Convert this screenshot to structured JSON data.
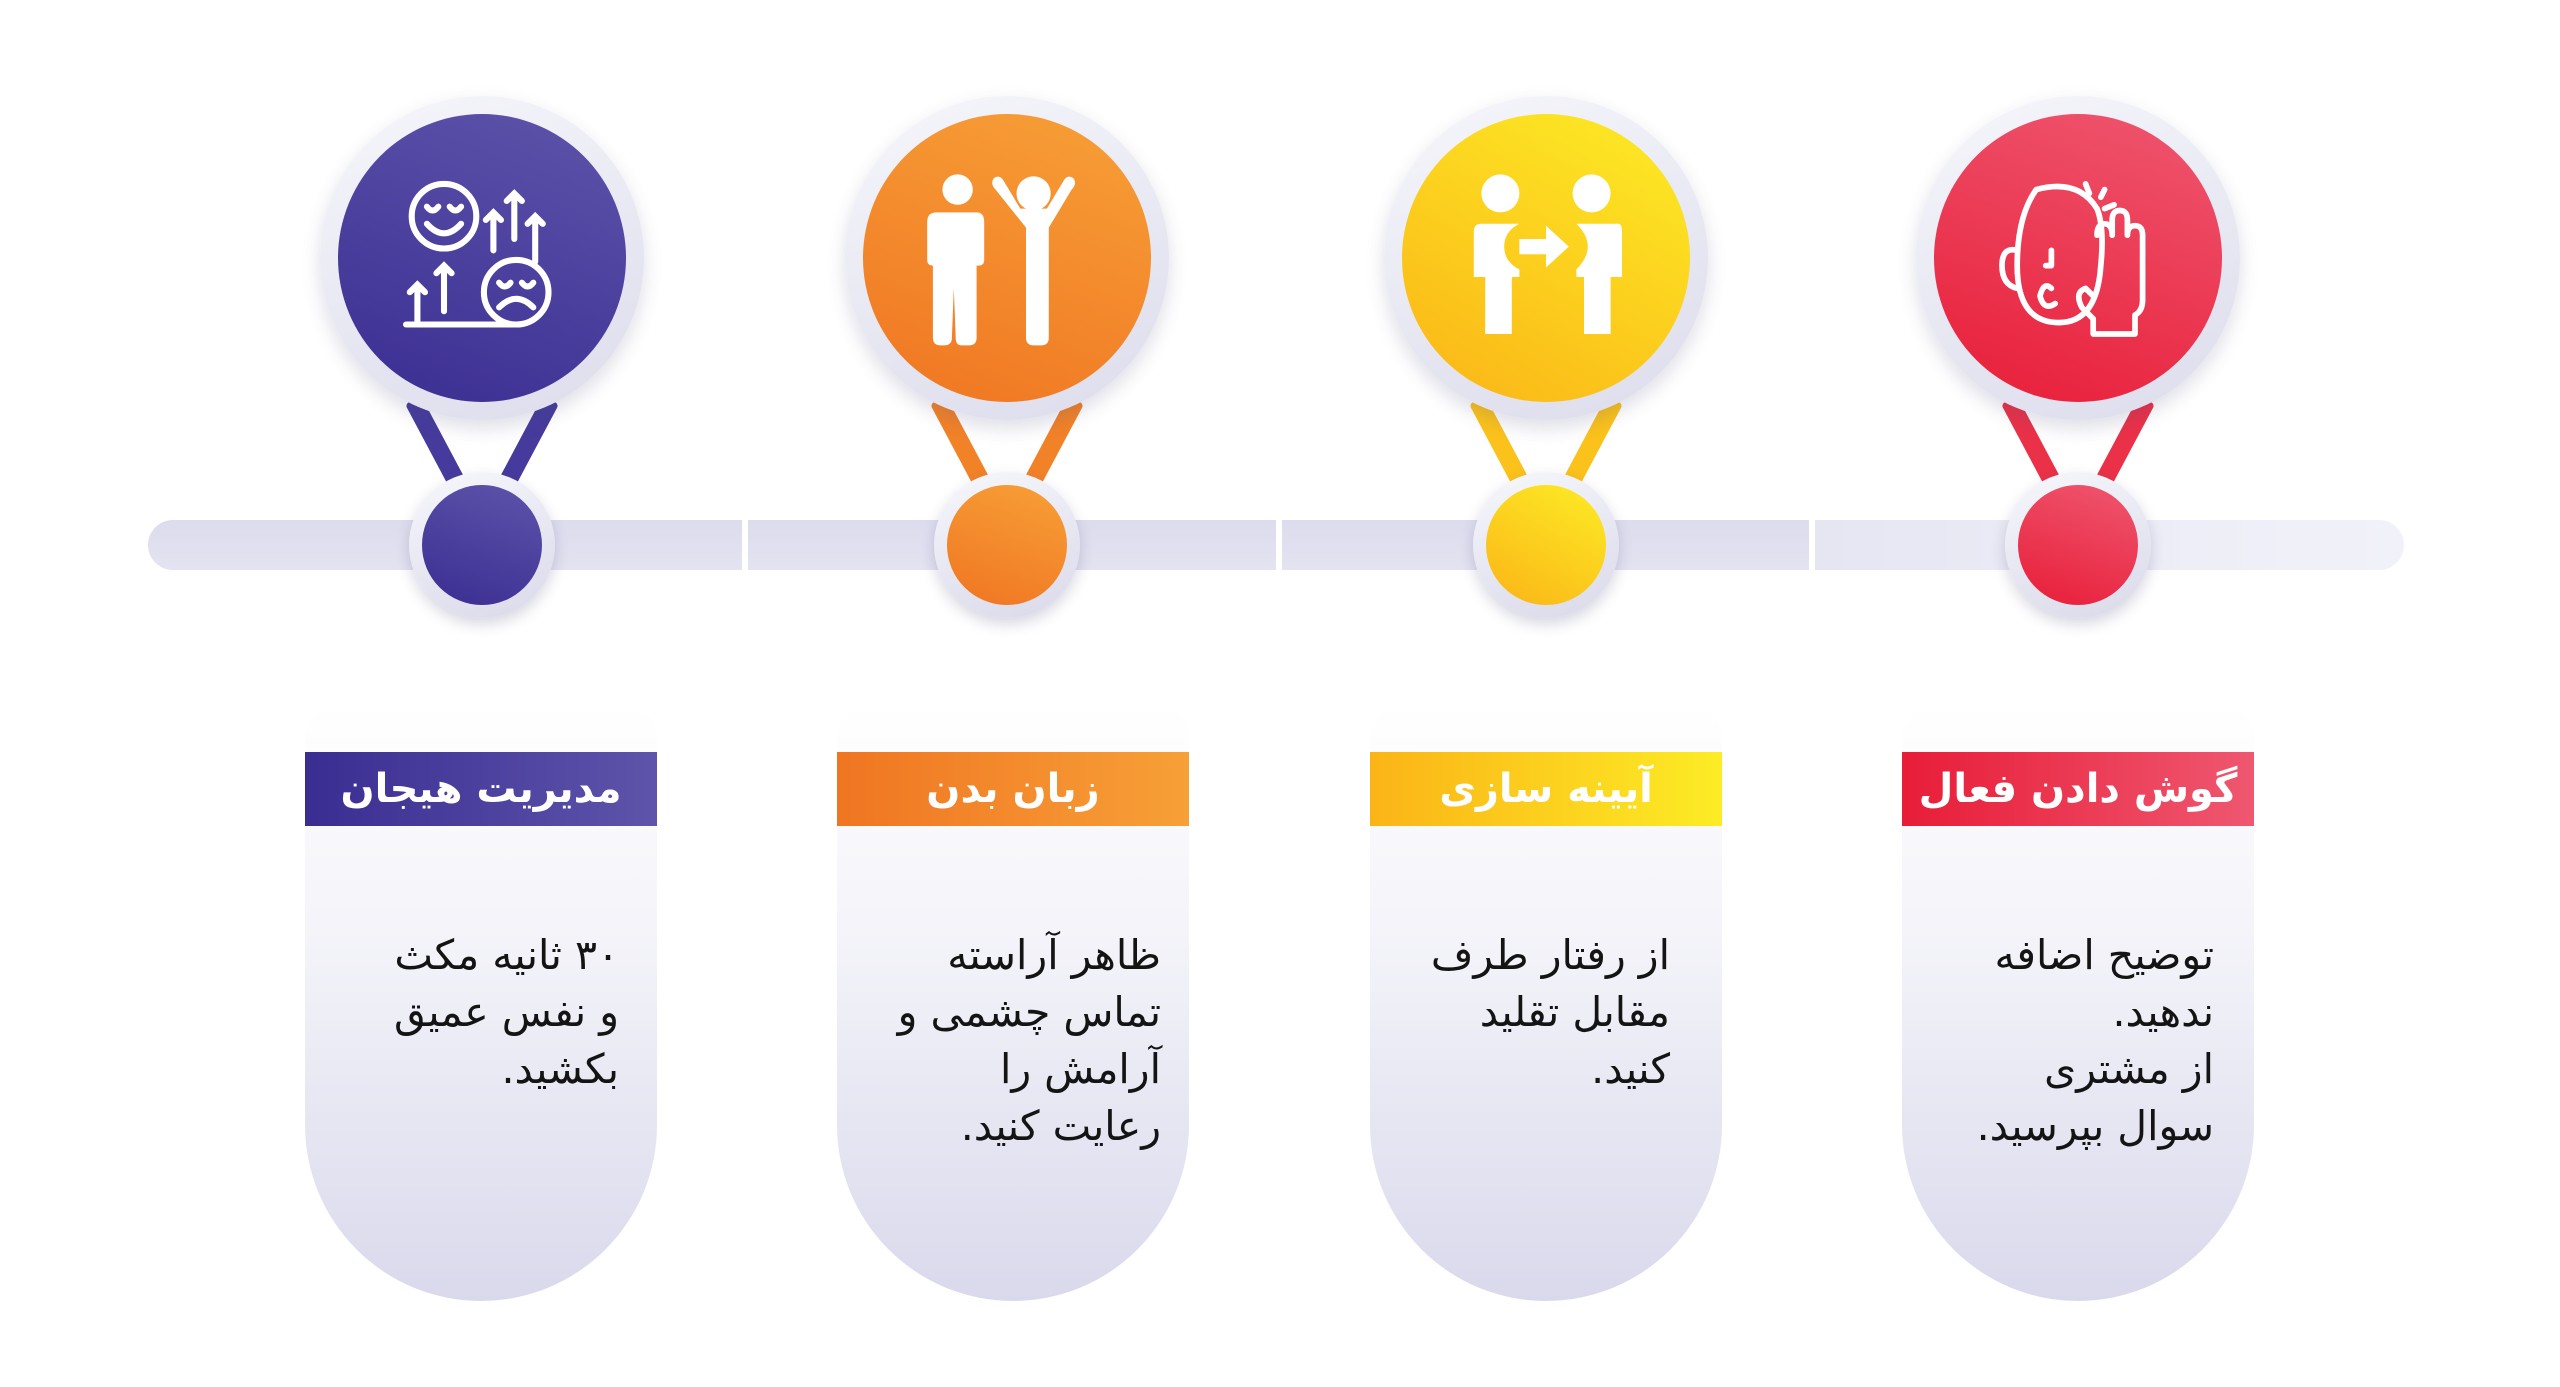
{
  "timeline": {
    "bar_color": "#dcdcee",
    "segments": 4
  },
  "steps": [
    {
      "id": "emotion-management",
      "title": "مدیریت هیجان",
      "icon": "emotion-arrows-icon",
      "color_start": "#3a2d92",
      "color_end": "#5e54aa",
      "lines": [
        "۳۰ ثانیه مکث",
        "و نفس عمیق",
        "بکشید."
      ]
    },
    {
      "id": "body-language",
      "title": "زبان بدن",
      "icon": "two-people-gesture-icon",
      "color_start": "#f07522",
      "color_end": "#f7a037",
      "lines": [
        "ظاهر آراسته",
        "تماس چشمی و",
        "آرامش را",
        "رعایت کنید."
      ]
    },
    {
      "id": "mirroring",
      "title": "آیینه سازی",
      "icon": "two-people-exchange-icon",
      "color_start": "#fbb417",
      "color_end": "#fcec25",
      "lines": [
        "از رفتار طرف",
        "مقابل تقلید",
        "کنید."
      ]
    },
    {
      "id": "active-listening",
      "title": "گوش دادن فعال",
      "icon": "ear-listening-hand-icon",
      "color_start": "#e81d38",
      "color_end": "#ef5770",
      "lines": [
        "توضیح اضافه",
        "ندهید.",
        "از مشتری",
        "سوال بپرسید."
      ]
    }
  ]
}
